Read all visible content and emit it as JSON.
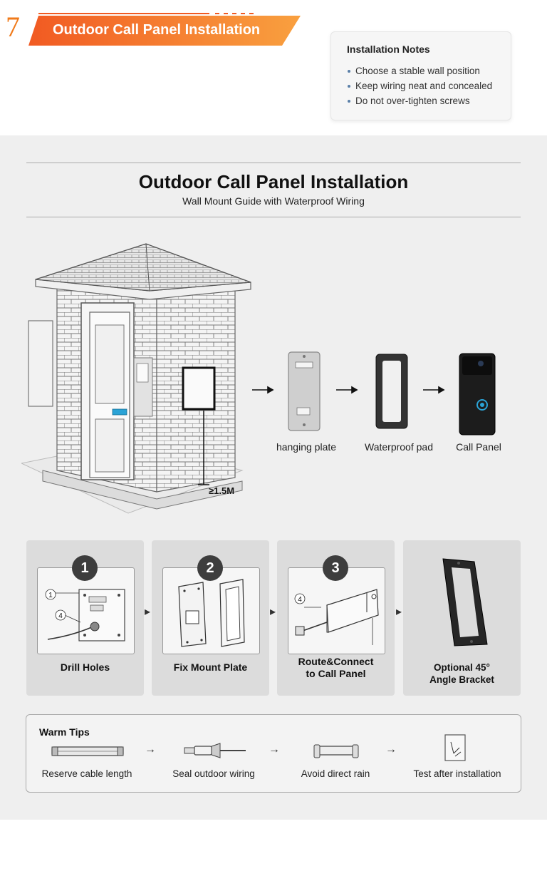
{
  "header": {
    "step_number": "7",
    "banner_title": "Outdoor Call Panel Installation"
  },
  "notes": {
    "title": "Installation Notes",
    "items": [
      "Choose a stable wall position",
      "Keep wiring neat and concealed",
      "Do not over-tighten screws"
    ]
  },
  "main": {
    "title": "Outdoor Call Panel Installation",
    "subtitle": "Wall Mount Guide with Waterproof Wiring",
    "height_label": "≥1.5M",
    "components": [
      "hanging plate",
      "Waterproof pad",
      "Call Panel"
    ]
  },
  "steps": [
    {
      "number": "1",
      "label": "Drill Holes"
    },
    {
      "number": "2",
      "label": "Fix Mount Plate"
    },
    {
      "number": "3",
      "label": "Route&Connect\nto Call Panel"
    },
    {
      "number": "",
      "label": "Optional 45°\nAngle Bracket"
    }
  ],
  "step1_callouts": [
    "1",
    "4"
  ],
  "step3_callouts": [
    "4"
  ],
  "tips": {
    "title": "Warm Tips",
    "items": [
      "Reserve cable length",
      "Seal outdoor wiring",
      "Avoid direct rain",
      "Test after installation"
    ]
  },
  "colors": {
    "accent": "#f07a1a",
    "banner_start": "#f15a22",
    "banner_end": "#f9a03f",
    "panel_bg": "#efefef",
    "badge": "#3d3d3d",
    "button_led": "#2ba3d6"
  }
}
